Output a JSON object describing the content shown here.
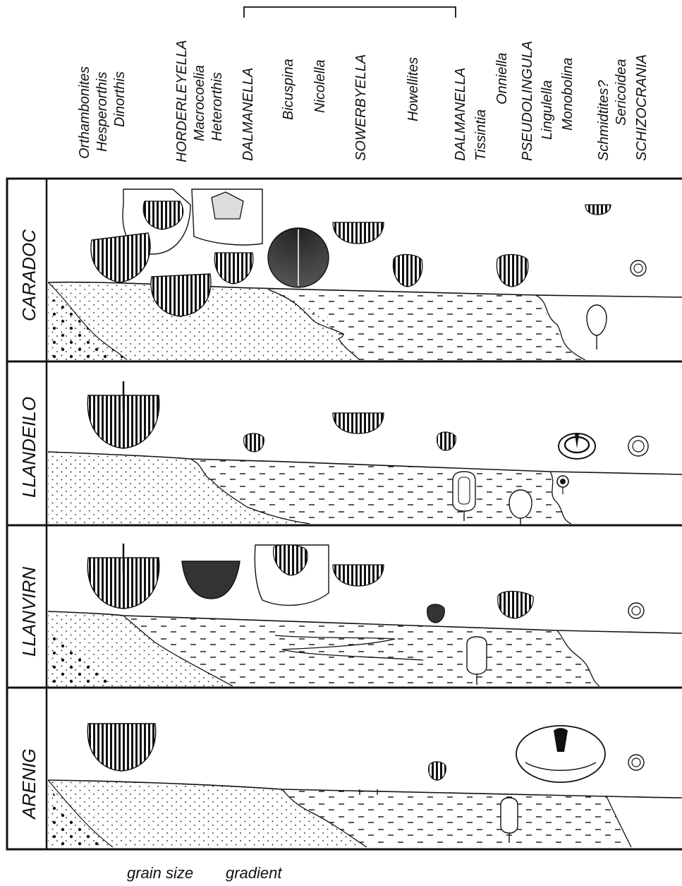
{
  "taxa": {
    "orthambonites": "Orthambonites",
    "hesperorthis": "Hesperorthis",
    "dinorthis": "Dinorthis",
    "horderleyella": "HORDERLEYELLA",
    "macrocoelia": "Macrocoelia",
    "heterorthis": "Heterorthis",
    "dalmanella_1": "DALMANELLA",
    "bicuspina": "Bicuspina",
    "nicolella": "Nicolella",
    "sowerbyella": "SOWERBYELLA",
    "howellites": "Howellites",
    "dalmanella_2": "DALMANELLA",
    "tissintia": "Tissintia",
    "onniella": "Onniella",
    "pseudolingula": "PSEUDOLINGULA",
    "lingulella": "Lingulella",
    "monobolina": "Monobolina",
    "schmidtites": "Schmidtites?",
    "sericoidea": "Sericoidea",
    "schizocrania": "SCHIZOCRANIA"
  },
  "stages": {
    "caradoc": "CARADOC",
    "llandeilo": "LLANDEILO",
    "llanvirn": "LLANVIRN",
    "arenig": "ARENIG"
  },
  "footer": {
    "grain_size": "grain size",
    "gradient": "gradient"
  }
}
